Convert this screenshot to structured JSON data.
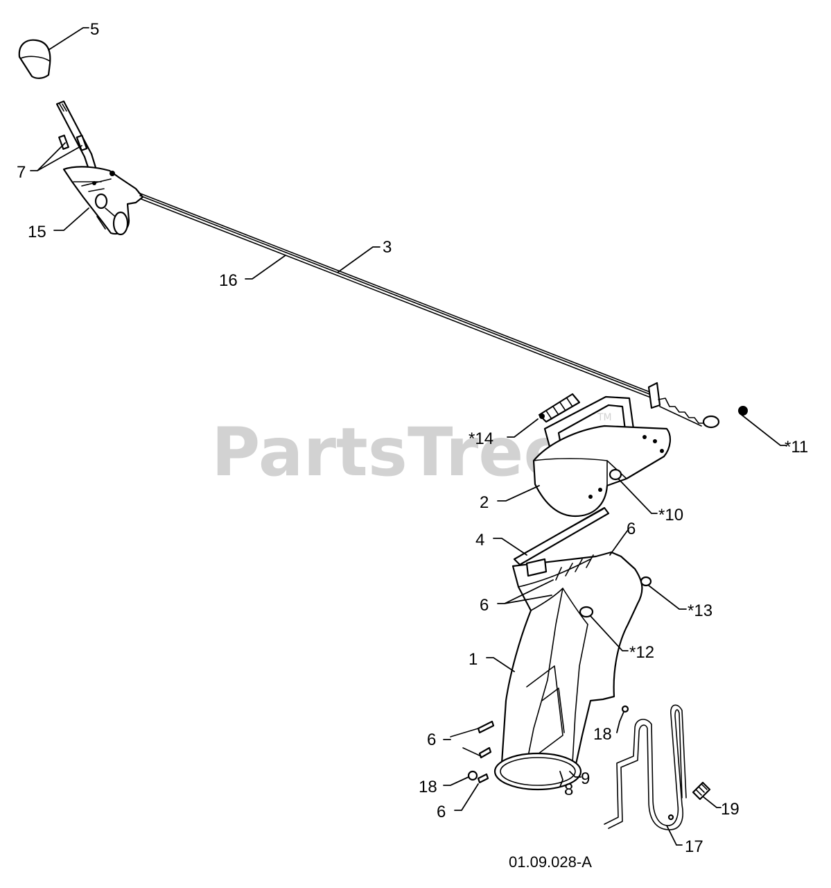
{
  "watermark": {
    "text": "PartsTree",
    "trademark": "TM"
  },
  "drawing_id": "01.09.028-A",
  "callouts": {
    "c1": "1",
    "c2": "2",
    "c3": "3",
    "c4": "4",
    "c5": "5",
    "c6a": "6",
    "c6b": "6",
    "c6c": "6",
    "c6d": "6",
    "c7": "7",
    "c8": "8",
    "c9": "9",
    "c10": "*10",
    "c11": "*11",
    "c12": "*12",
    "c13": "*13",
    "c14": "*14",
    "c15": "15",
    "c16": "16",
    "c17": "17",
    "c18a": "18",
    "c18b": "18",
    "c19": "19"
  },
  "colors": {
    "line": "#000000",
    "watermark": "#d2d2d2",
    "background": "#ffffff"
  }
}
